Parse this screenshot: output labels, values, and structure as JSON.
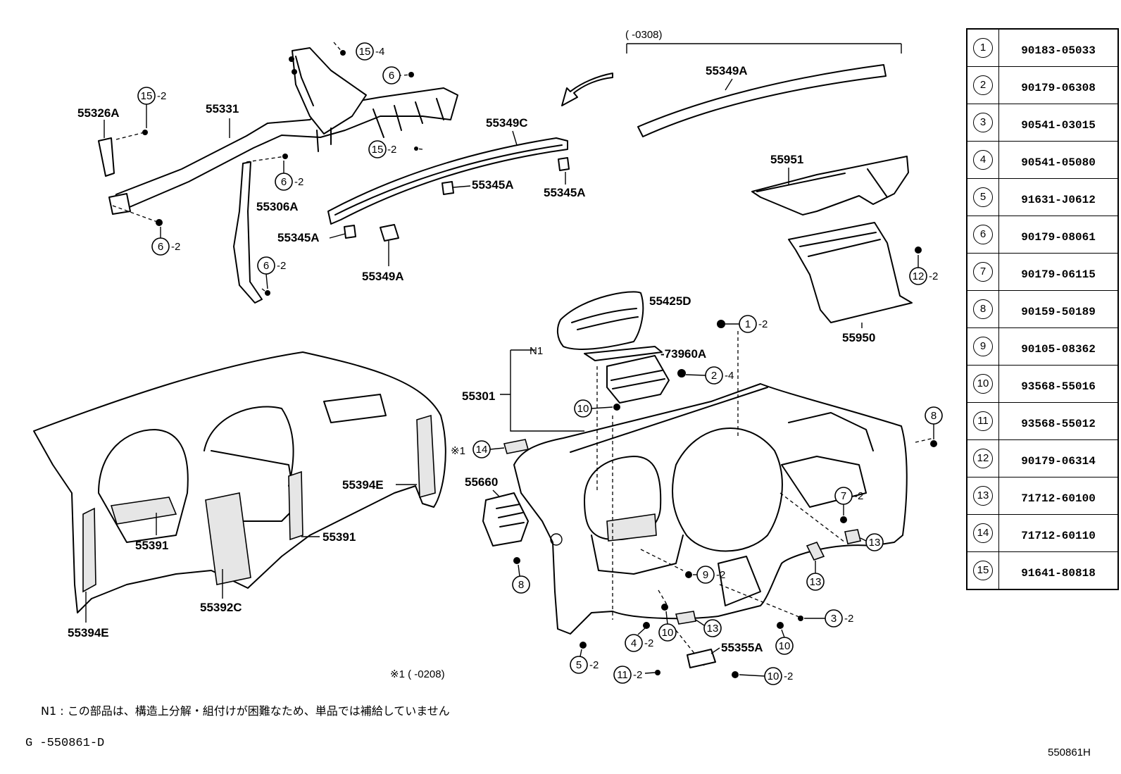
{
  "diagram": {
    "date_range_top": "(       -0308)",
    "date_range_bottom": "※1 (       -0208)",
    "note_n1": "N1 : この部品は、構造上分解・組付けが困難なため、単品では補給していません",
    "diagram_id": "G -550861-D",
    "image_code": "550861H"
  },
  "labels": {
    "p55326A": "55326A",
    "p55331": "55331",
    "p55349C": "55349C",
    "p55349A_top": "55349A",
    "p55951": "55951",
    "p55306A": "55306A",
    "p55345A_1": "55345A",
    "p55345A_2": "55345A",
    "p55345A_3": "55345A",
    "p55349A_bottom": "55349A",
    "p55950": "55950",
    "p55425D": "55425D",
    "n1": "N1",
    "p73960A": "-73960A",
    "p55301": "55301",
    "mark_star1": "※1",
    "p55660": "55660",
    "p55394E_top": "55394E",
    "p55391_left": "55391",
    "p55391_right": "55391",
    "p55392C": "55392C",
    "p55394E_bottom": "55394E",
    "p55355A": "55355A"
  },
  "callouts": {
    "c15_4": {
      "num": "15",
      "qty": "-4"
    },
    "c6_a": {
      "num": "6",
      "qty": ""
    },
    "c15_2a": {
      "num": "15",
      "qty": "-2"
    },
    "c15_2b": {
      "num": "15",
      "qty": "-2"
    },
    "c6_2a": {
      "num": "6",
      "qty": "-2"
    },
    "c6_2b": {
      "num": "6",
      "qty": "-2"
    },
    "c6_2c": {
      "num": "6",
      "qty": "-2"
    },
    "c12_2": {
      "num": "12",
      "qty": "-2"
    },
    "c1_2": {
      "num": "1",
      "qty": "-2"
    },
    "c2_4": {
      "num": "2",
      "qty": "-4"
    },
    "c10_a": {
      "num": "10",
      "qty": ""
    },
    "c14": {
      "num": "14",
      "qty": ""
    },
    "c8_a": {
      "num": "8",
      "qty": ""
    },
    "c8_b": {
      "num": "8",
      "qty": ""
    },
    "c7_2": {
      "num": "7",
      "qty": "-2"
    },
    "c13_a": {
      "num": "13",
      "qty": ""
    },
    "c13_b": {
      "num": "13",
      "qty": ""
    },
    "c13_c": {
      "num": "13",
      "qty": ""
    },
    "c9_2": {
      "num": "9",
      "qty": "-2"
    },
    "c3_2": {
      "num": "3",
      "qty": "-2"
    },
    "c4_2": {
      "num": "4",
      "qty": "-2"
    },
    "c10_b": {
      "num": "10",
      "qty": ""
    },
    "c10_c": {
      "num": "10",
      "qty": ""
    },
    "c5_2": {
      "num": "5",
      "qty": "-2"
    },
    "c11_2": {
      "num": "11",
      "qty": "-2"
    },
    "c10_2": {
      "num": "10",
      "qty": "-2"
    }
  },
  "parts_table": [
    {
      "ref": "1",
      "part": "90183-05033"
    },
    {
      "ref": "2",
      "part": "90179-06308"
    },
    {
      "ref": "3",
      "part": "90541-03015"
    },
    {
      "ref": "4",
      "part": "90541-05080"
    },
    {
      "ref": "5",
      "part": "91631-J0612"
    },
    {
      "ref": "6",
      "part": "90179-08061"
    },
    {
      "ref": "7",
      "part": "90179-06115"
    },
    {
      "ref": "8",
      "part": "90159-50189"
    },
    {
      "ref": "9",
      "part": "90105-08362"
    },
    {
      "ref": "10",
      "part": "93568-55016"
    },
    {
      "ref": "11",
      "part": "93568-55012"
    },
    {
      "ref": "12",
      "part": "90179-06314"
    },
    {
      "ref": "13",
      "part": "71712-60100"
    },
    {
      "ref": "14",
      "part": "71712-60110"
    },
    {
      "ref": "15",
      "part": "91641-80818"
    }
  ]
}
